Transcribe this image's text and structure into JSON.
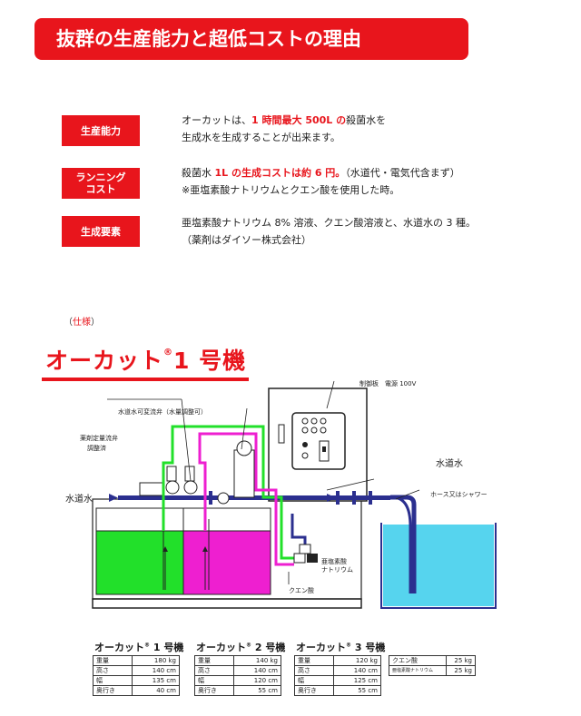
{
  "banner": {
    "title": "抜群の生産能力と超低コストの理由"
  },
  "features": [
    {
      "tag": "生産能力",
      "lines": [
        [
          {
            "t": "オーカットは、",
            "r": false
          },
          {
            "t": "1 時間最大 500L の",
            "r": true
          },
          {
            "t": "殺菌水を",
            "r": false
          }
        ],
        [
          {
            "t": "生成水を生成することが出来ます。",
            "r": false
          }
        ]
      ]
    },
    {
      "tag": "ランニング\nコスト",
      "lines": [
        [
          {
            "t": "殺菌水 ",
            "r": false
          },
          {
            "t": "1L の生成コストは約 6 円。",
            "r": true
          },
          {
            "t": "（水道代・電気代含まず）",
            "r": false
          }
        ],
        [
          {
            "t": "※亜塩素酸ナトリウムとクエン酸を使用した時。",
            "r": false
          }
        ]
      ]
    },
    {
      "tag": "生成要素",
      "lines": [
        [
          {
            "t": "亜塩素酸ナトリウム 8% 溶液、クエン酸溶液と、水道水の 3 種。",
            "r": false
          }
        ],
        [
          {
            "t": "（薬剤はダイソー株式会社）",
            "r": false
          }
        ]
      ]
    }
  ],
  "spec": {
    "open": "（",
    "label": "仕様",
    "close": "）"
  },
  "product": {
    "name": "オーカット",
    "reg": "®",
    "model": "1 号機"
  },
  "diagram_labels": {
    "control_panel": "制御板　電源 100V",
    "valve": "水道水可変流弁（水量調整可）",
    "chem_valve_1": "薬剤定量流弁",
    "chem_valve_2": "調整済",
    "tap_left": "水道水",
    "tap_right": "水道水",
    "hose": "ホース又はシャワー",
    "sodium_1": "亜塩素酸",
    "sodium_2": "ナトリウム",
    "citric": "クエン酸"
  },
  "colors": {
    "accent": "#e8151c",
    "green_tank": "#22e02a",
    "magenta_tank": "#ee1fd0",
    "water": "#56d4ee",
    "pipe": "#2b2f8f"
  },
  "tables": [
    {
      "name": "オーカット",
      "num": "1",
      "suffix": "号機",
      "rows": [
        [
          "重量",
          "180 kg"
        ],
        [
          "高さ",
          "140 cm"
        ],
        [
          "幅",
          "135 cm"
        ],
        [
          "奥行き",
          "40 cm"
        ]
      ]
    },
    {
      "name": "オーカット",
      "num": "2",
      "suffix": "号機",
      "rows": [
        [
          "重量",
          "140 kg"
        ],
        [
          "高さ",
          "140 cm"
        ],
        [
          "幅",
          "120 cm"
        ],
        [
          "奥行き",
          "55 cm"
        ]
      ]
    },
    {
      "name": "オーカット",
      "num": "3",
      "suffix": "号機",
      "rows": [
        [
          "重量",
          "120 kg"
        ],
        [
          "高さ",
          "140 cm"
        ],
        [
          "幅",
          "125 cm"
        ],
        [
          "奥行き",
          "55 cm"
        ]
      ]
    }
  ],
  "chem_table": [
    [
      "クエン酸",
      "25 kg"
    ],
    [
      "亜塩素酸ナトリウム",
      "25 kg"
    ]
  ]
}
